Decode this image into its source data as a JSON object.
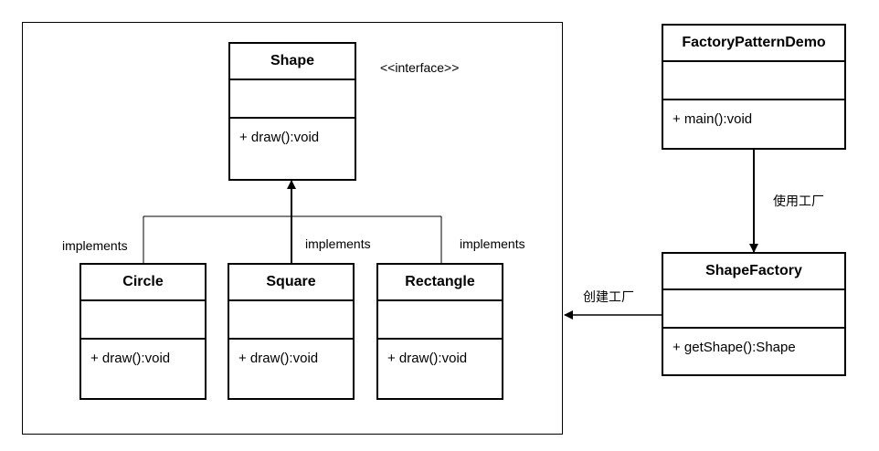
{
  "classes": {
    "shape": {
      "name": "Shape",
      "method": "+ draw():void",
      "stereotype": "<<interface>>"
    },
    "circle": {
      "name": "Circle",
      "method": "+ draw():void"
    },
    "square": {
      "name": "Square",
      "method": "+ draw():void"
    },
    "rectangle": {
      "name": "Rectangle",
      "method": "+ draw():void"
    },
    "factory_demo": {
      "name": "FactoryPatternDemo",
      "method": "+ main():void"
    },
    "shape_factory": {
      "name": "ShapeFactory",
      "method": "+ getShape():Shape"
    }
  },
  "labels": {
    "implements_circle": "implements",
    "implements_square": "implements",
    "implements_rectangle": "implements",
    "uses_factory": "使用工厂",
    "creates_factory": "创建工厂"
  }
}
